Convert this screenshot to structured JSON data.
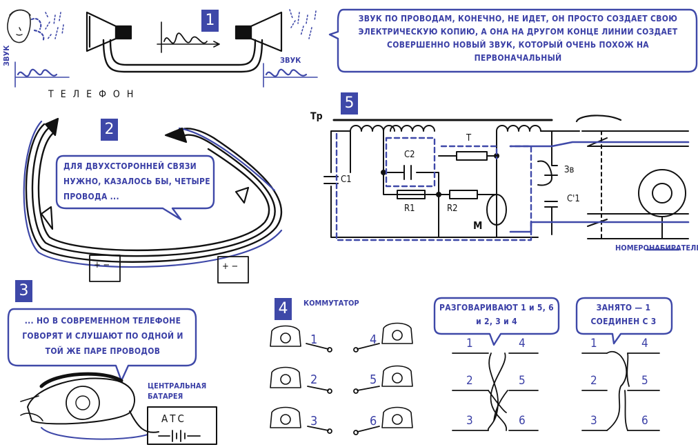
{
  "panels": {
    "p1": {
      "number": "1",
      "caption": "ТЕЛЕФОН",
      "label_left": "ЗВУК",
      "label_right": "ЗВУК",
      "bubble": "ЗВУК ПО ПРОВОДАМ, КОНЕЧНО, НЕ ИДЕТ, ОН ПРОСТО СОЗДАЕТ СВОЮ ЭЛЕКТРИЧЕСКУЮ КОПИЮ, А ОНА НА ДРУГОМ КОНЦЕ ЛИНИИ СОЗДАЕТ СОВЕРШЕННО НОВЫЙ ЗВУК, КОТОРЫЙ ОЧЕНЬ ПОХОЖ НА ПЕРВОНАЧАЛЬНЫЙ"
    },
    "p2": {
      "number": "2",
      "bubble": "ДЛЯ ДВУХСТОРОННЕЙ СВЯЗИ НУЖНО, КАЗАЛОСЬ БЫ, ЧЕТЫРЕ ПРОВОДА ...",
      "battery_sign": "+ −"
    },
    "p3": {
      "number": "3",
      "bubble": "... НО В СОВРЕМЕННОМ ТЕЛЕФОНЕ ГОВОРЯТ И СЛУШАЮТ ПО ОДНОЙ И ТОЙ ЖЕ ПАРЕ ПРОВОДОВ",
      "battery_label": "ЦЕНТРАЛЬНАЯ БАТАРЕЯ",
      "exchange": "АТС"
    },
    "p4": {
      "number": "4",
      "title": "КОММУТАТОР",
      "phones_left": [
        "1",
        "2",
        "3"
      ],
      "phones_right": [
        "4",
        "5",
        "6"
      ],
      "talking_bubble": "РАЗГОВАРИВАЮТ 1 и 5, 6 и 2, 3 и 4",
      "busy_bubble": "ЗАНЯТО — 1 СОЕДИНЕН С 3",
      "talking_left": [
        "1",
        "2",
        "3"
      ],
      "talking_right": [
        "4",
        "5",
        "6"
      ],
      "busy_left": [
        "1",
        "2",
        "3"
      ],
      "busy_right": [
        "4",
        "5",
        "6"
      ]
    },
    "p5": {
      "number": "5",
      "tr": "Тр",
      "c1": "C1",
      "c2": "C2",
      "t": "Т",
      "r1": "R1",
      "r2": "R2",
      "m": "М",
      "zv": "Зв",
      "c1p": "C'1",
      "dialer": "НОМЕРОНАБИРАТЕЛЬ"
    }
  },
  "colors": {
    "blue": "#3e48a8",
    "ink": "#111111"
  }
}
